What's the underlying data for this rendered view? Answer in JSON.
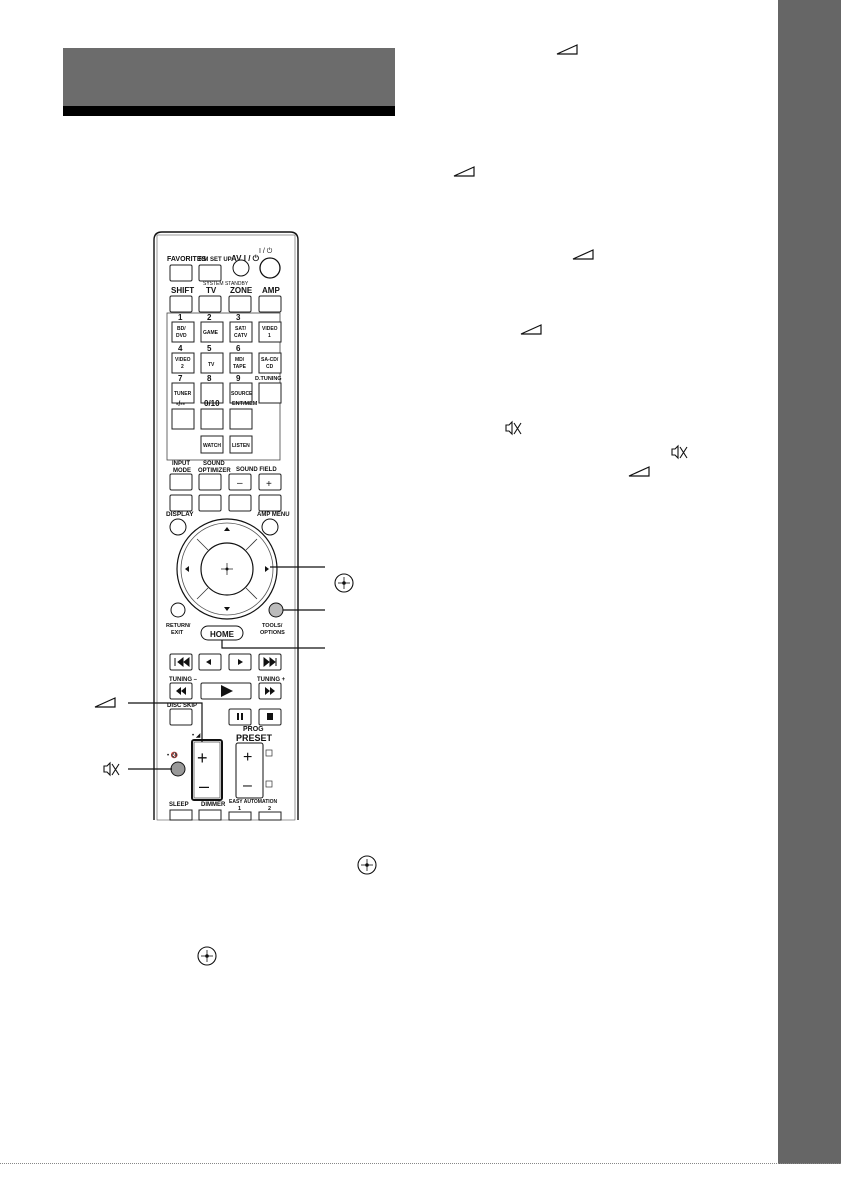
{
  "remote": {
    "favorites": "FAVORITES",
    "rm_setup": "RM SET UP",
    "av_power": "AV I / ⏻",
    "power": "I / ⏻",
    "system_standby": "SYSTEM STANDBY",
    "shift": "SHIFT",
    "tv": "TV",
    "zone": "ZONE",
    "amp": "AMP",
    "num1": "1",
    "num2": "2",
    "num3": "3",
    "num4": "4",
    "num5": "5",
    "num6": "6",
    "num7": "7",
    "num8": "8",
    "num9": "9",
    "bd_dvd_1": "BD/",
    "bd_dvd_2": "DVD",
    "game": "GAME",
    "sat_1": "SAT/",
    "sat_2": "CATV",
    "video1_1": "VIDEO",
    "video1_2": "1",
    "video2_1": "VIDEO",
    "video2_2": "2",
    "tv_btn": "TV",
    "md_1": "MD/",
    "md_2": "TAPE",
    "sacd_1": "SA-CD/",
    "sacd_2": "CD",
    "tuner": "TUNER",
    "source": "SOURCE",
    "d_tuning": "D.TUNING",
    "dash": "-/--",
    "zero10": "0/10",
    "ent_mem": "ENT/MEM",
    "watch": "WATCH",
    "listen": "LISTEN",
    "input_1": "INPUT",
    "input_2": "MODE",
    "sound_opt_1": "SOUND",
    "sound_opt_2": "OPTIMIZER",
    "sound_field": "SOUND FIELD",
    "display": "DISPLAY",
    "amp_menu": "AMP MENU",
    "return_1": "RETURN/",
    "return_2": "EXIT",
    "tools_1": "TOOLS/",
    "tools_2": "OPTIONS",
    "home": "HOME",
    "tuning_minus": "TUNING –",
    "tuning_plus": "TUNING +",
    "disc_skip": "DISC SKIP",
    "prog": "PROG",
    "preset": "PRESET",
    "sleep": "SLEEP",
    "dimmer": "DIMMER",
    "easy_automation": "EASY AUTOMATION",
    "ea1": "1",
    "ea2": "2"
  },
  "icons": {
    "volume": "volume-icon",
    "muting": "muting-icon",
    "enter": "enter-icon"
  },
  "colors": {
    "header": "#6c6c6c",
    "side_band": "#666666"
  }
}
